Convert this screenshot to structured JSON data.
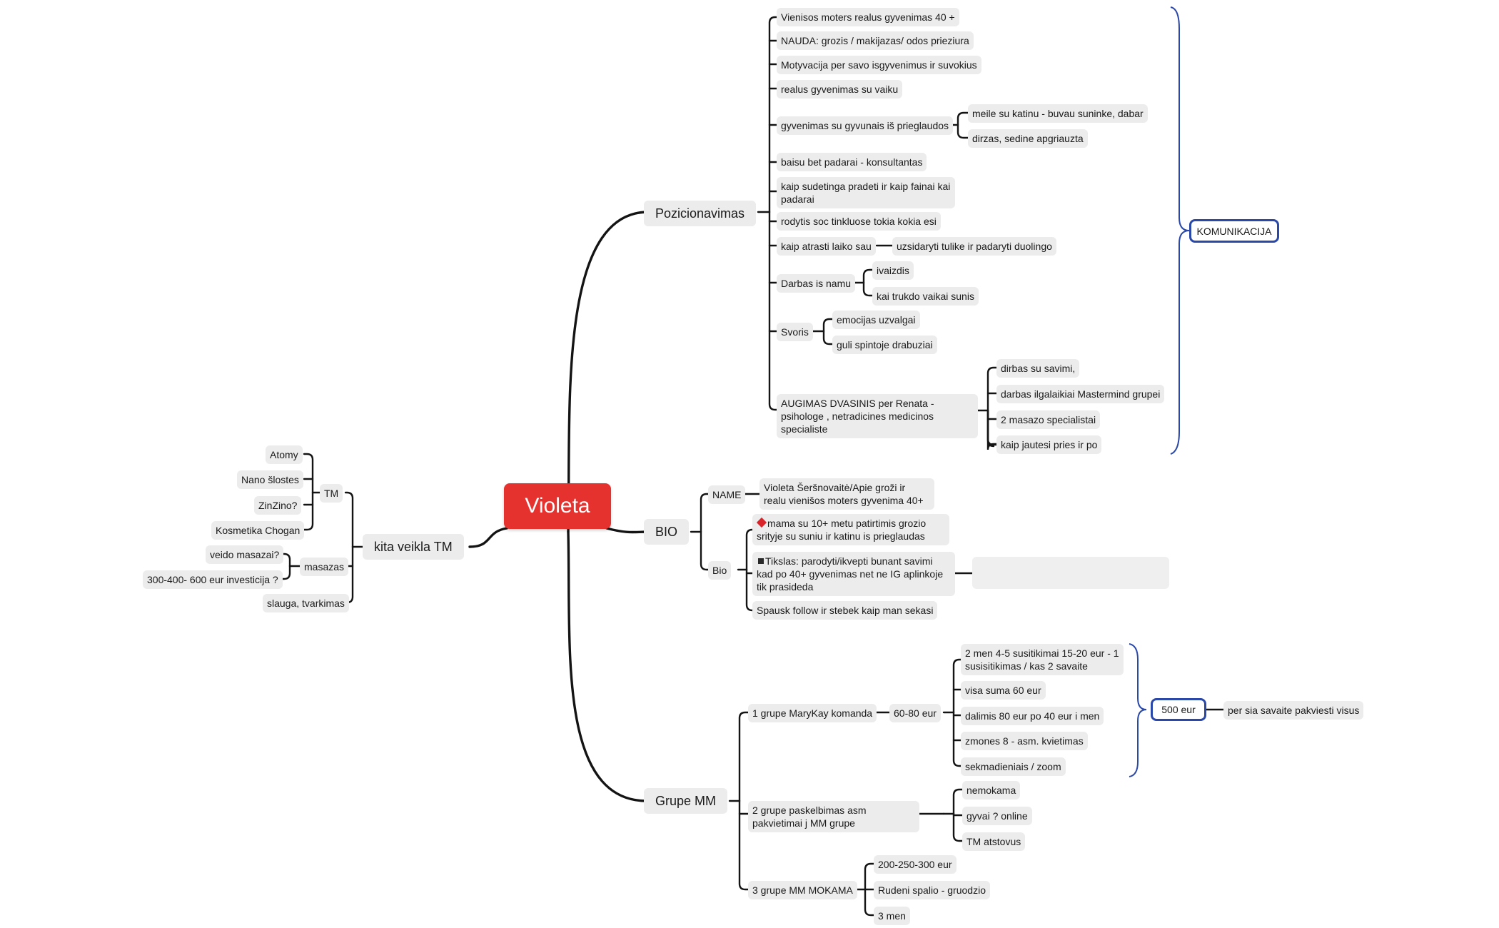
{
  "central": "Violeta",
  "branches": {
    "pozicionavimas": {
      "label": "Pozicionavimas",
      "items": [
        "Vienisos moters realus gyvenimas 40 +",
        "NAUDA: grozis / makijazas/ odos prieziura",
        "Motyvacija per savo isgyvenimus ir suvokius",
        "realus gyvenimas su vaiku",
        "gyvenimas su gyvunais iš prieglaudos",
        "baisu bet padarai - konsultantas",
        "kaip sudetinga pradeti ir kaip fainai kai padarai",
        "rodytis soc tinkluose tokia kokia esi",
        "kaip atrasti laiko sau",
        "Darbas is namu",
        "Svoris",
        "AUGIMAS DVASINIS per Renata - psihologe , netradicines medicinos specialiste"
      ],
      "gyvunai_children": [
        "meile su katinu - buvau suninke, dabar",
        "dirzas, sedine apgriauzta"
      ],
      "laiko_child": "uzsidaryti tulike ir padaryti duolingo",
      "darbas_children": [
        "ivaizdis",
        "kai trukdo vaikai sunis"
      ],
      "svoris_children": [
        "emocijas uzvalgai",
        "guli spintoje drabuziai"
      ],
      "augimas_children": [
        "dirbas su savimi,",
        "darbas ilgalaikiai Mastermind grupei",
        "2 masazo specialistai",
        "kaip jautesi pries ir po"
      ],
      "summary": "KOMUNIKACIJA"
    },
    "bio": {
      "label": "BIO",
      "name_label": "NAME",
      "name_value": "Violeta Šeršnovaitė/Apie groži ir realu vienišos moters gyvenima 40+",
      "bio_label": "Bio",
      "bio_items": [
        "mama su 10+ metu patirtimis grozio srityje su suniu ir katinu is prieglaudas",
        "Tikslas: parodyti/ikvepti bunant savimi kad po 40+ gyvenimas net ne IG aplinkoje tik prasideda",
        "Spausk follow ir stebek kaip man sekasi"
      ]
    },
    "grupe": {
      "label": "Grupe MM",
      "g1": "1 grupe MaryKay komanda",
      "g1_price": "60-80 eur",
      "g1_children": [
        "2 men 4-5 susitikimai 15-20 eur - 1 susisitikimas / kas 2 savaite",
        "visa suma 60 eur",
        "dalimis 80 eur po 40 eur i men",
        "zmones 8 - asm. kvietimas",
        "sekmadieniais / zoom"
      ],
      "summary": "500 eur",
      "summary_child": "per sia savaite pakviesti visus",
      "g2": "2 grupe paskelbimas asm pakvietimai j MM grupe",
      "g2_children": [
        "nemokama",
        "gyvai ? online",
        "TM atstovus"
      ],
      "g3": "3 grupe MM MOKAMA",
      "g3_children": [
        "200-250-300 eur",
        "Rudeni spalio - gruodzio",
        "3 men"
      ]
    },
    "kita": {
      "label": "kita veikla TM",
      "tm_label": "TM",
      "tm_children": [
        "Atomy",
        "Nano šlostes",
        "ZinZino?",
        "Kosmetika Chogan"
      ],
      "masazas_label": "masazas",
      "masazas_children": [
        "veido masazai?",
        "300-400- 600 eur investicija ?"
      ],
      "slauga": "slauga, tvarkimas"
    }
  },
  "colors": {
    "central": "#e6322f",
    "node": "#ececec",
    "summary_border": "#2a48a8",
    "lines": "#141414"
  }
}
